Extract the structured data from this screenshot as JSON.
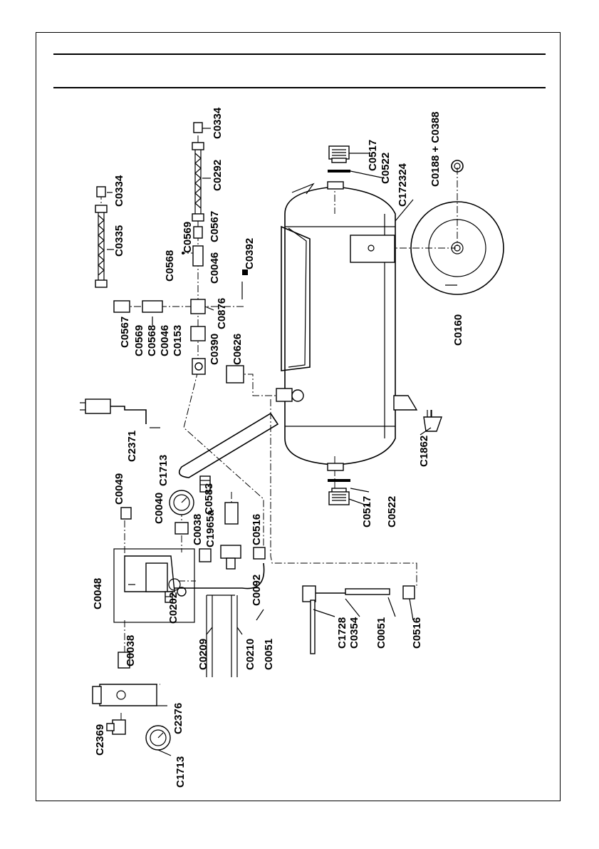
{
  "labels": {
    "c0334_top": "C0334",
    "c0292": "C0292",
    "c0567_right": "C0567",
    "c0569_right": "C0569",
    "c0568_right": "C0568",
    "c0046_right": "C0046",
    "c0392": "C0392",
    "c0876": "C0876",
    "c0334_left": "C0334",
    "c0335": "C0335",
    "c0567_left": "C0567",
    "c0569_left": "C0569",
    "c0568_left": "C0568",
    "c0046_left": "C0046",
    "c0153": "C0153",
    "c0390": "C0390",
    "c0626": "C0626",
    "c0517_top": "C0517",
    "c0522_top": "C0522",
    "c172324": "C172324",
    "c0188_c0388": "C0188 + C0388",
    "c0160": "C0160",
    "c1862": "C1862",
    "c2371": "C2371",
    "c1713_top": "C1713",
    "c0583": "C0583",
    "c0049": "C0049",
    "c0040": "C0040",
    "c0038_top": "C0038",
    "c1965a": "C1965a",
    "c0516_mid": "C0516",
    "c0048": "C0048",
    "c0202": "C0202",
    "c0092": "C0092",
    "c0051_mid": "C0051",
    "c0209": "C0209",
    "c0210": "C0210",
    "c0517_bottom": "C0517",
    "c0522_bottom": "C0522",
    "c1728": "C1728",
    "c0354": "C0354",
    "c0051_bottom": "C0051",
    "c0516_bottom": "C0516",
    "c0038_bottom": "C0038",
    "c2376": "C2376",
    "c2369": "C2369",
    "c1713_bottom": "C1713"
  }
}
